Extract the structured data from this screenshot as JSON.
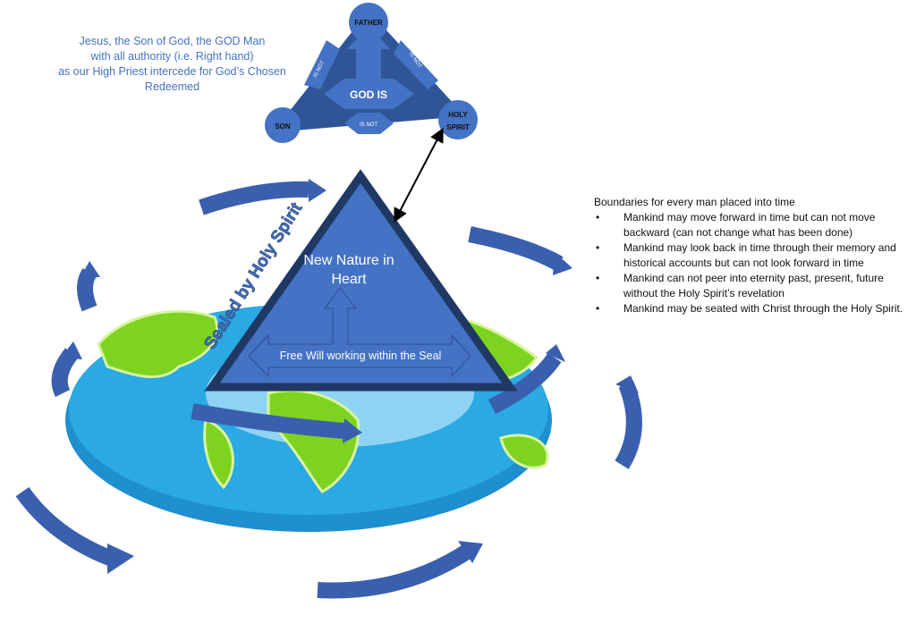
{
  "caption": {
    "lines": [
      "Jesus, the Son of God, the GOD Man",
      "with all authority (i.e.  Right hand)",
      "as our High Priest intercede for God’s Chosen",
      "Redeemed"
    ]
  },
  "godhead": {
    "father": "FATHER",
    "son": "SON",
    "holy_spirit_1": "HOLY",
    "holy_spirit_2": "SPIRIT",
    "center": "GOD IS",
    "is_not_left": "IS NOT",
    "is_not_right": "IS NOT",
    "is_not_bottom": "IS NOT"
  },
  "heart": {
    "title_1": "New Nature in",
    "title_2": "Heart",
    "free_will": "Free Will working within the Seal",
    "seal": "Sealed by Holy Spirit"
  },
  "boundaries": {
    "title": "Boundaries for every man placed into time",
    "items": [
      "Mankind may move forward in time but can not move backward (can not change what has been done)",
      "Mankind may look back in time through their memory and historical accounts but can not look forward in time",
      "Mankind can not peer into eternity past, present, future without the Holy Spirit’s revelation",
      "Mankind may be seated with Christ through the Holy Spirit."
    ]
  },
  "colors": {
    "primary": "#4472c4",
    "dark": "#2f4f8f",
    "ocean": "#29a8e0",
    "land": "#7ed321"
  }
}
